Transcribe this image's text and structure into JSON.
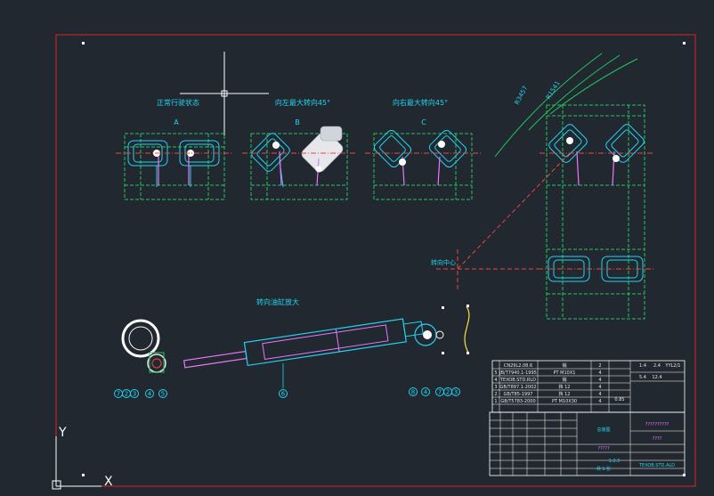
{
  "drawing": {
    "views": [
      {
        "title": "正常行驶状态",
        "letter": "A"
      },
      {
        "title": "向左最大转向45°",
        "letter": "B"
      },
      {
        "title": "向右最大转向45°",
        "letter": "C"
      }
    ],
    "arc_labels": [
      "R3457",
      "R1541"
    ],
    "center_label": "转向中心",
    "section_title": "转向油缸放大",
    "balloons_left": [
      "7",
      "2",
      "3",
      "4",
      "5"
    ],
    "balloon_mid": "6",
    "balloons_right": [
      "8",
      "4",
      "7",
      "2",
      "3"
    ],
    "axis_y": "Y",
    "axis_x": "X"
  },
  "bom": {
    "rows": [
      {
        "no": "",
        "code": "CN29L2.08.6",
        "name": "销",
        "qty": "2",
        "note": ""
      },
      {
        "no": "5",
        "code": "JB/T7940.1-1995",
        "name": "PT M10X1",
        "qty": "4",
        "note": ""
      },
      {
        "no": "4",
        "code": "TEXOB.STD.RLD",
        "name": "销",
        "qty": "4",
        "note": ""
      },
      {
        "no": "3",
        "code": "GB/T897.1-2002",
        "name": "挡 12",
        "qty": "4",
        "note": ""
      },
      {
        "no": "2",
        "code": "GB/T85-1997",
        "name": "挡 12",
        "qty": "4",
        "note": ""
      },
      {
        "no": "1",
        "code": "GB/T5783-2000",
        "name": "PT M10X30",
        "qty": "4",
        "note": ""
      }
    ],
    "right_top": [
      "1:4",
      "2.4",
      "YYL2/1"
    ],
    "right_mid": [
      "5.4",
      "12.4"
    ],
    "weight": "0.85"
  },
  "titleblock": {
    "name": "总装图",
    "mark_row": "??????????",
    "mark_center": "????",
    "mark_lower": "?????",
    "scale": "1:2.5",
    "sheet": "共 1 张",
    "code": "TEXOB.STD.ALD"
  },
  "colors": {
    "background": "#212830",
    "frame": "#dc2626",
    "green": "#22c55e",
    "cyan": "#22d3ee",
    "white": "#ffffff",
    "magenta": "#e879f9",
    "red_center": "#ef4444"
  }
}
